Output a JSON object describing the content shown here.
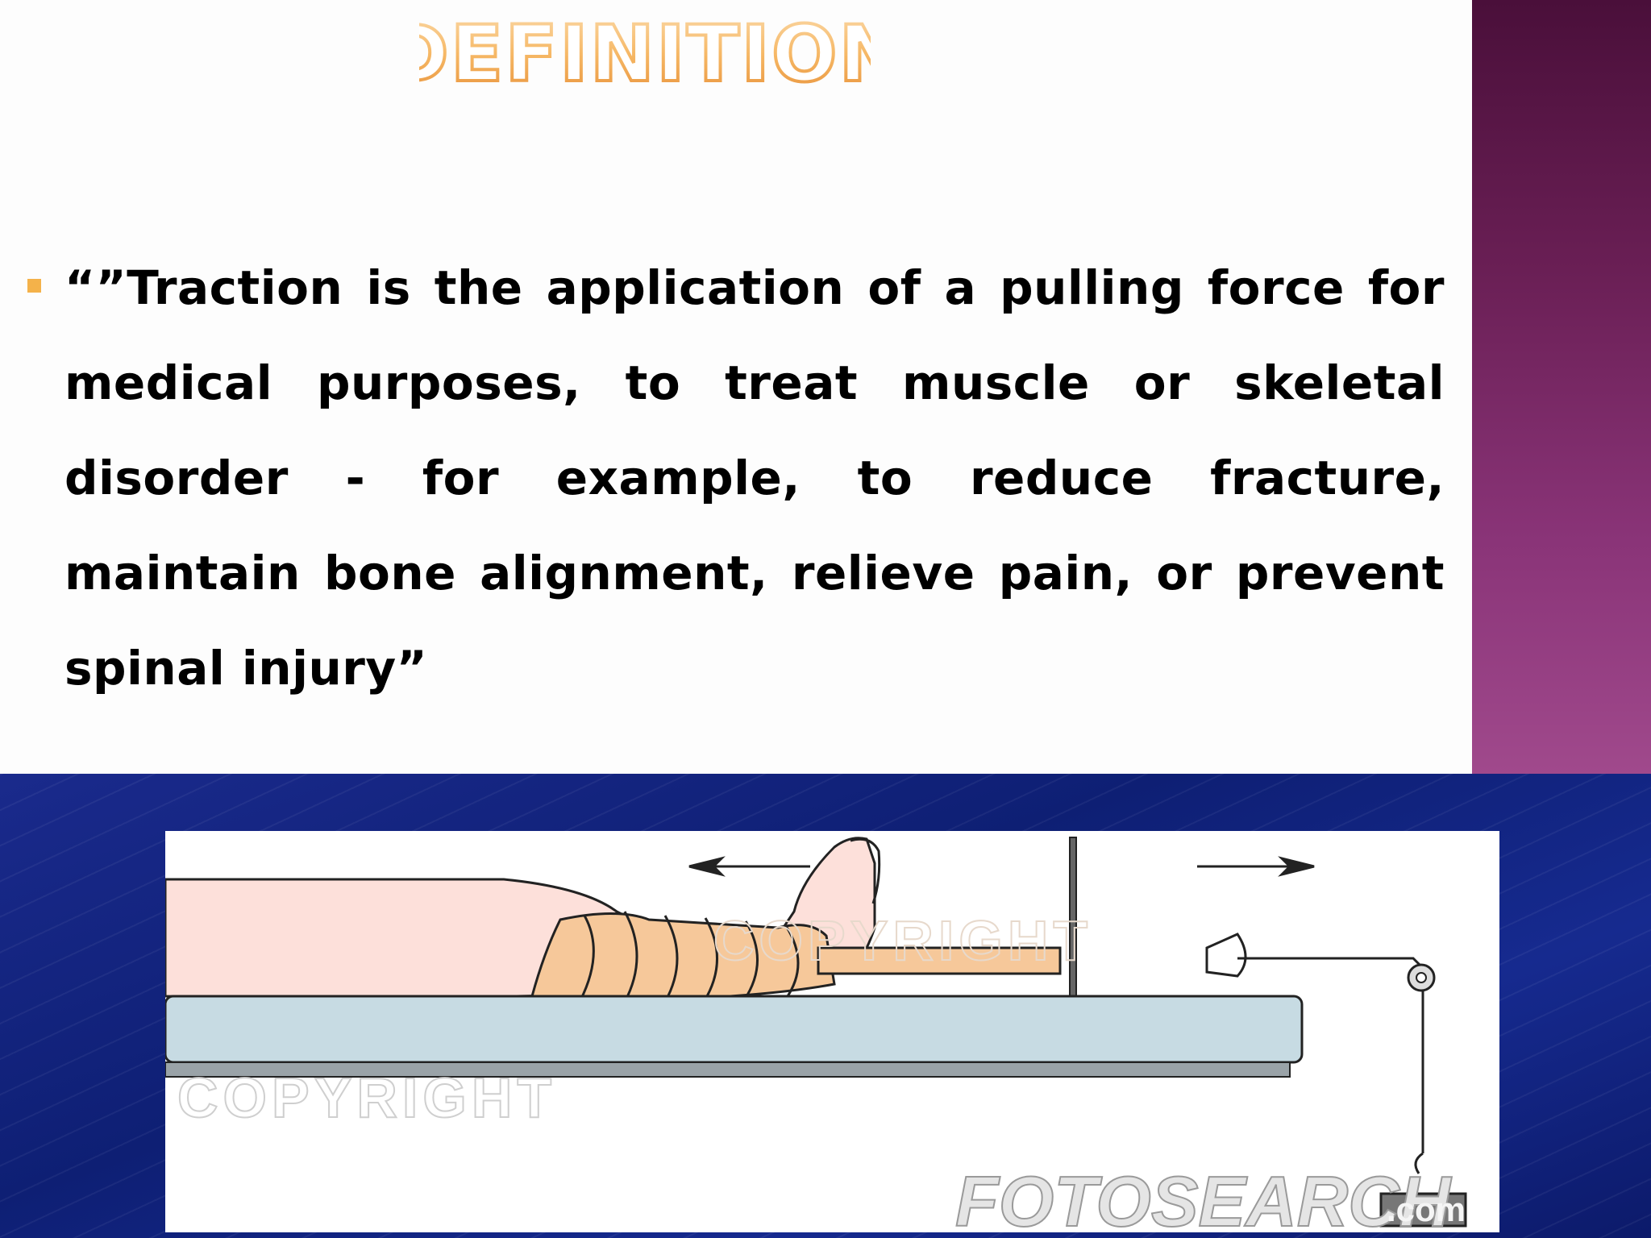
{
  "slide": {
    "title": "DEFINITION",
    "definition_text": "“”Traction is the application of a pulling force for medical purposes, to treat muscle or skeletal disorder - for example, to reduce fracture, maintain bone alignment, relieve pain, or prevent spinal injury”"
  },
  "illustration": {
    "watermark_copyright": "COPYRIGHT",
    "watermark_brand": "FOTOSEARCH",
    "watermark_suffix": ".com"
  },
  "colors": {
    "title_orange": "#f2a64a",
    "bullet": "#f4b24a",
    "right_band": "#7a2a66",
    "bottom_band": "#132687",
    "skin": "#fde0da",
    "bandage": "#f6c89a",
    "mattress": "#c7dbe3"
  }
}
